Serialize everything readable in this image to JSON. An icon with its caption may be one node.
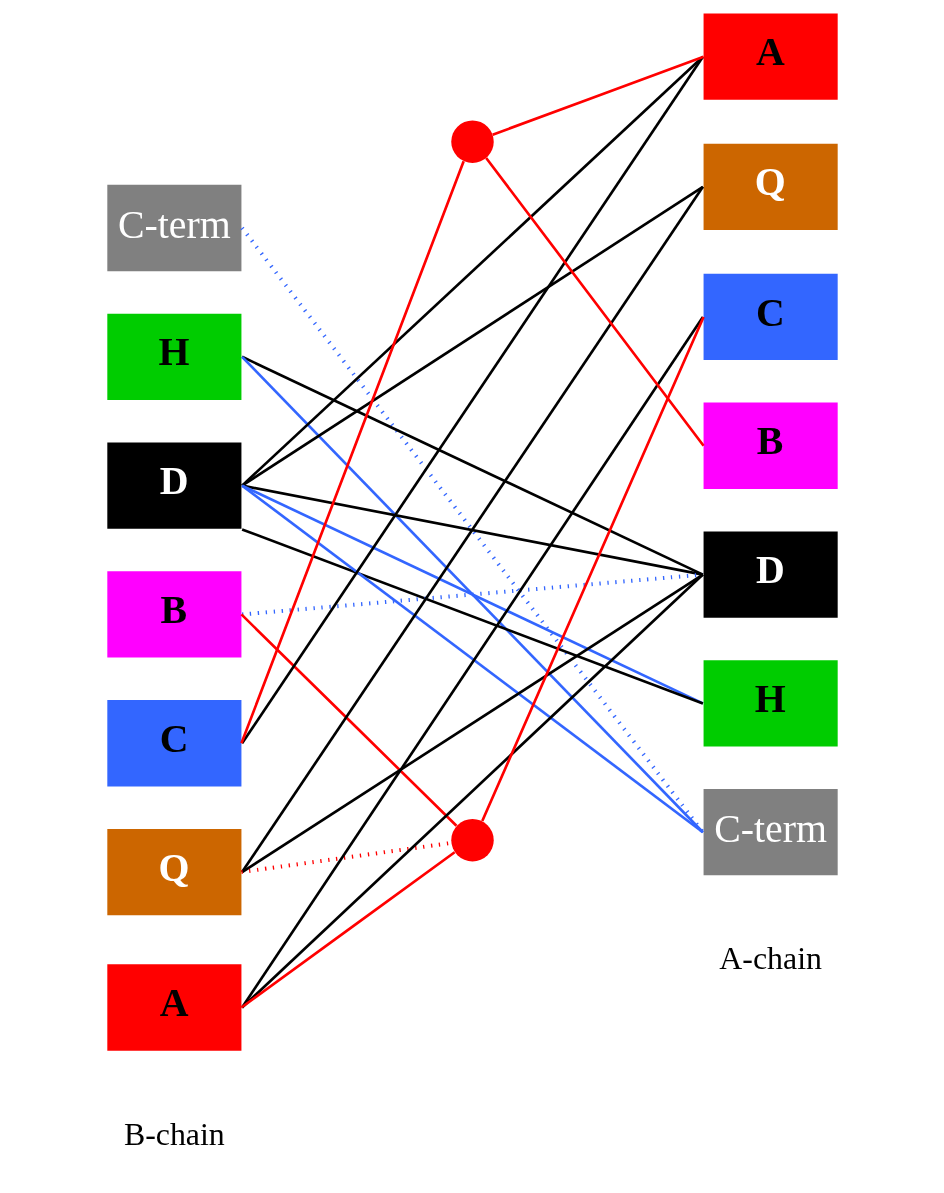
{
  "diagram": {
    "nodes": [
      {
        "text": [
          "C-term"
        ]
      },
      {
        "text": [
          "H"
        ]
      },
      {
        "text": [
          "D"
        ]
      },
      {
        "text": [
          "B"
        ]
      },
      {
        "text": [
          "C"
        ]
      },
      {
        "text": [
          "Q"
        ]
      },
      {
        "text": [
          "A"
        ]
      },
      {
        "text": [
          "A"
        ]
      },
      {
        "text": [
          "Q"
        ]
      },
      {
        "text": [
          "C"
        ]
      },
      {
        "text": [
          "B"
        ]
      },
      {
        "text": [
          "D"
        ]
      },
      {
        "text": [
          "H"
        ]
      },
      {
        "text": [
          "C-term"
        ]
      },
      {
        "text": [],
        "shape": "circle"
      },
      {
        "text": [],
        "shape": "circle"
      }
    ],
    "edges": [
      {
        "from": 0,
        "to": 13,
        "arrow": "none",
        "style": "dashed",
        "color": "#3366ff"
      },
      {
        "from": 1,
        "to": 13,
        "arrow": "none",
        "color": "#3366ff"
      },
      {
        "from": 1,
        "to": 11,
        "arrow": "none"
      },
      {
        "from": 2,
        "to": 7,
        "arrow": "none"
      },
      {
        "from": 2,
        "to": 8,
        "arrow": "none"
      },
      {
        "from": 2,
        "to": 12,
        "arrow": "none",
        "color": "#3366ff"
      },
      {
        "from": 2,
        "to": 13,
        "arrow": "none",
        "color": "#3366ff"
      },
      {
        "from": 2,
        "to": 11,
        "arrow": "none"
      },
      {
        "from": 2,
        "to": 12,
        "arrow": "none"
      },
      {
        "from": 3,
        "to": 15,
        "arrow": "none",
        "color": "#ff0000"
      },
      {
        "from": 3,
        "to": 11,
        "arrow": "none",
        "style": "dashed",
        "color": "#3366ff"
      },
      {
        "from": 4,
        "to": 14,
        "arrow": "none",
        "color": "#ff0000"
      },
      {
        "from": 14,
        "to": 7,
        "arrow": "none",
        "color": "#ff0000"
      },
      {
        "from": 14,
        "to": 10,
        "arrow": "none",
        "color": "#ff0000"
      },
      {
        "from": 4,
        "to": 7,
        "arrow": "none"
      },
      {
        "from": 5,
        "to": 8,
        "arrow": "none"
      },
      {
        "from": 5,
        "to": 11,
        "arrow": "none"
      },
      {
        "from": 5,
        "to": 15,
        "arrow": "none",
        "style": "dashed",
        "color": "#ff0000"
      },
      {
        "from": 6,
        "to": 15,
        "arrow": "none",
        "color": "#ff0000"
      },
      {
        "from": 15,
        "to": 9,
        "arrow": "none",
        "color": "#ff0000"
      },
      {
        "from": 6,
        "to": 11,
        "arrow": "none"
      },
      {
        "from": 6,
        "to": 9,
        "arrow": "none"
      }
    ],
    "labels": [
      "B-chain",
      "A-chain"
    ]
  }
}
